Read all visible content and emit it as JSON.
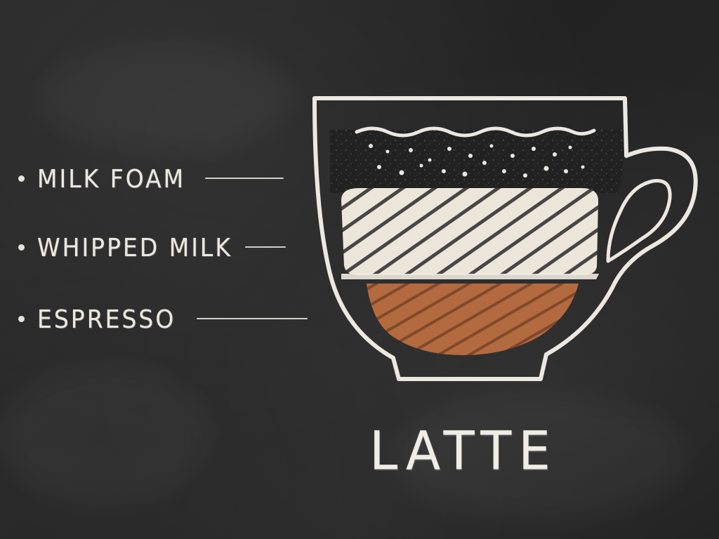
{
  "title": "LATTE",
  "layers": [
    {
      "label": "MILK FOAM",
      "color": "#1c1c1c"
    },
    {
      "label": "WHIPPED MILK",
      "color": "#ede6d9"
    },
    {
      "label": "ESPRESSO",
      "color": "#b36a3f"
    }
  ],
  "chalk_color": "#e9e5df",
  "board_color": "#222222"
}
